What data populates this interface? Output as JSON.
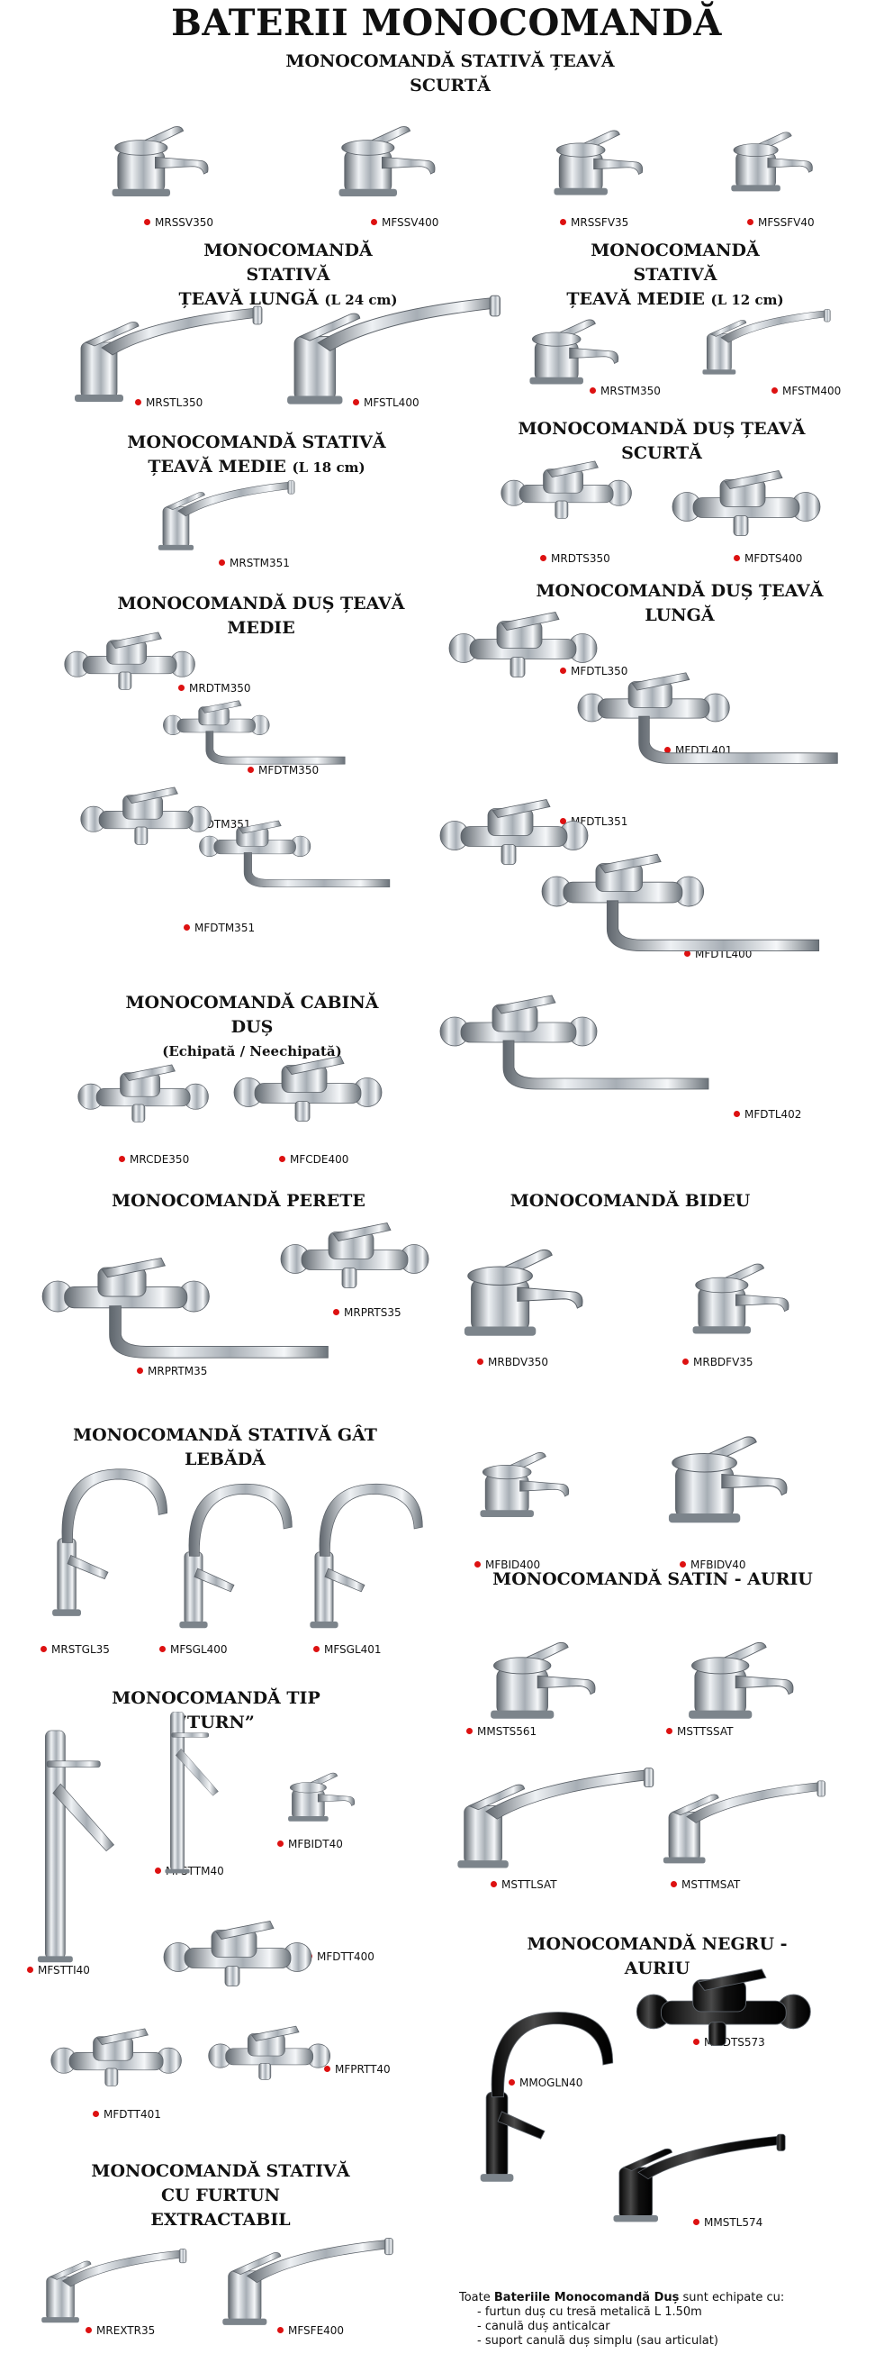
{
  "title": "BATERII MONOCOMANDĂ",
  "sections": {
    "s1": "MONOCOMANDĂ STATIVĂ ȚEAVĂ SCURTĂ",
    "s2a": "MONOCOMANDĂ STATIVĂ",
    "s2b": "ȚEAVĂ LUNGĂ",
    "s2c": "(L 24 cm)",
    "s3a": "MONOCOMANDĂ STATIVĂ",
    "s3b": "ȚEAVĂ MEDIE",
    "s3c": "(L 12 cm)",
    "s4a": "MONOCOMANDĂ STATIVĂ",
    "s4b": "ȚEAVĂ MEDIE",
    "s4c": "(L 18 cm)",
    "s5": "MONOCOMANDĂ DUȘ ȚEAVĂ SCURTĂ",
    "s6": "MONOCOMANDĂ DUȘ ȚEAVĂ MEDIE",
    "s7": "MONOCOMANDĂ DUȘ ȚEAVĂ LUNGĂ",
    "s8a": "MONOCOMANDĂ CABINĂ DUȘ",
    "s8b": "(Echipată / Neechipată)",
    "s9": "MONOCOMANDĂ PERETE",
    "s10": "MONOCOMANDĂ BIDEU",
    "s11": "MONOCOMANDĂ STATIVĂ GÂT LEBĂDĂ",
    "s12": "MONOCOMANDĂ SATIN - AURIU",
    "s13": "MONOCOMANDĂ TIP “TURN”",
    "s14": "MONOCOMANDĂ NEGRU - AURIU",
    "s15a": "MONOCOMANDĂ STATIVĂ",
    "s15b": "CU FURTUN EXTRACTABIL"
  },
  "products": [
    "MRSSV350",
    "MFSSV400",
    "MRSSFV35",
    "MFSSFV40",
    "MRSTL350",
    "MFSTL400",
    "MRSTM350",
    "MFSTM400",
    "MRSTM351",
    "MRDTS350",
    "MFDTS400",
    "MRDTM350",
    "MFDTM350",
    "MRDTM351",
    "MFDTM351",
    "MFDTL350",
    "MFDTL401",
    "MFDTL351",
    "MFDTL400",
    "MFDTL402",
    "MRCDE350",
    "MFCDE400",
    "MRPRTS35",
    "MRPRTM35",
    "MRBDV350",
    "MRBDFV35",
    "MFBID400",
    "MFBIDV40",
    "MRSTGL35",
    "MFSGL400",
    "MFSGL401",
    "MMSTS561",
    "MSTTSSAT",
    "MSTTLSAT",
    "MSTTMSAT",
    "MFSTTI40",
    "MFSTTM40",
    "MFBIDT40",
    "MFDTT400",
    "MFDTT401",
    "MFPRTT40",
    "MMOGLN40",
    "MMDTS573",
    "MMSTL574",
    "MREXTR35",
    "MFSFE400"
  ],
  "note": {
    "intro_pre": "Toate ",
    "intro_bold": "Bateriile Monocomandă Duș",
    "intro_post": " sunt echipate cu:",
    "items": [
      "- furtun duș cu tresă metalică L 1.50m",
      "- canulă duș anticalcar",
      "- suport canulă duș simplu (sau articulat)"
    ]
  },
  "colors": {
    "text": "#111111",
    "marker": "#dd1111",
    "chrome": "#9aa2aa"
  }
}
